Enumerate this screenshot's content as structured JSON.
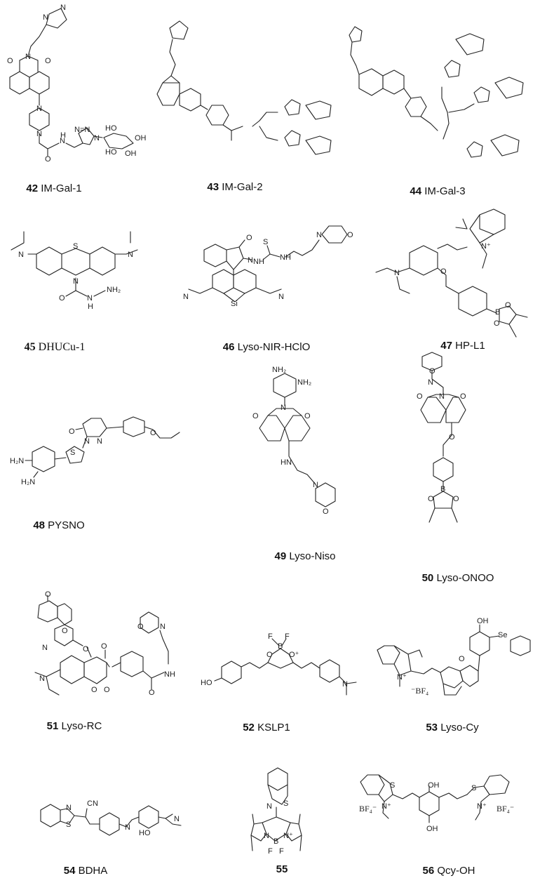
{
  "figure": {
    "compounds": [
      {
        "number": "42",
        "name": "IM-Gal-1"
      },
      {
        "number": "43",
        "name": "IM-Gal-2"
      },
      {
        "number": "44",
        "name": "IM-Gal-3"
      },
      {
        "number": "45",
        "name": "DHUCu-1"
      },
      {
        "number": "46",
        "name": "Lyso-NIR-HClO"
      },
      {
        "number": "47",
        "name": "HP-L1"
      },
      {
        "number": "48",
        "name": "PYSNO"
      },
      {
        "number": "49",
        "name": "Lyso-Niso"
      },
      {
        "number": "50",
        "name": "Lyso-ONOO"
      },
      {
        "number": "51",
        "name": "Lyso-RC"
      },
      {
        "number": "52",
        "name": "KSLP1"
      },
      {
        "number": "53",
        "name": "Lyso-Cy"
      },
      {
        "number": "54",
        "name": "BDHA"
      },
      {
        "number": "55",
        "name": ""
      },
      {
        "number": "56",
        "name": "Qcy-OH"
      }
    ],
    "atom_labels": {
      "N": "N",
      "O": "O",
      "S": "S",
      "HO": "HO",
      "OH": "OH",
      "NH": "NH",
      "H": "H",
      "NH2": "NH₂",
      "H2N": "H₂N",
      "Si": "Si",
      "B": "B",
      "F": "F",
      "Se": "Se",
      "CN": "CN",
      "Nplus": "N⁺",
      "BF4": "BF₄",
      "BF4minus": "BF₄⁻",
      "Oplus": "O⁺",
      "minusBF4": "⁻BF₄",
      "NeqN": "N=N",
      "HN": "HN"
    }
  }
}
